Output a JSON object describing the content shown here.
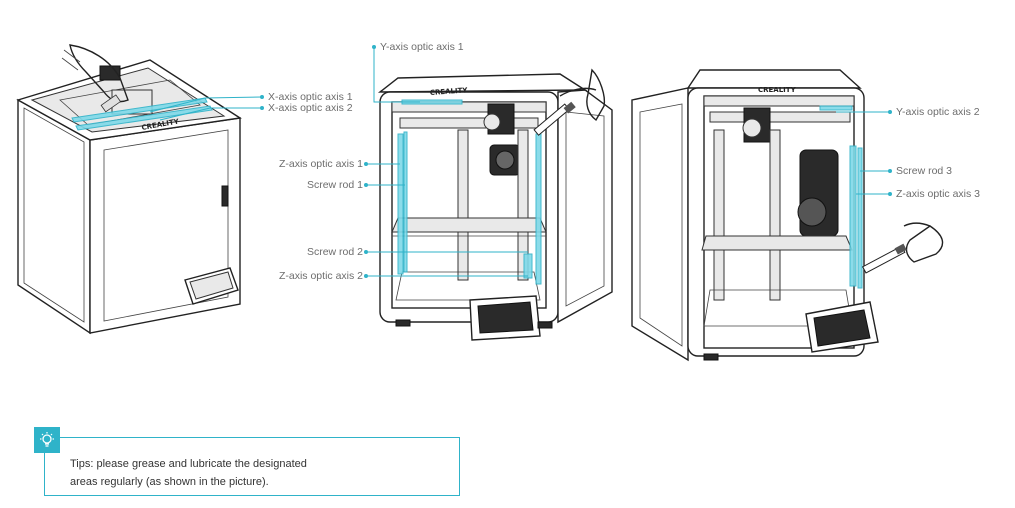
{
  "labels": {
    "x_axis_optic_1": "X-axis optic axis 1",
    "x_axis_optic_2": "X-axis optic axis 2",
    "y_axis_optic_1": "Y-axis optic axis 1",
    "y_axis_optic_2": "Y-axis optic axis 2",
    "z_axis_optic_1": "Z-axis optic axis 1",
    "z_axis_optic_2": "Z-axis optic axis 2",
    "z_axis_optic_3": "Z-axis optic axis 3",
    "screw_rod_1": "Screw rod 1",
    "screw_rod_2": "Screw rod 2",
    "screw_rod_3": "Screw rod 3",
    "brand_logo": "CREALITY"
  },
  "tips": {
    "line1": "Tips: please grease and lubricate the designated",
    "line2": "areas regularly (as shown in the picture)."
  },
  "colors": {
    "accent": "#2fb3c9",
    "lubricant": "#6fd3e3",
    "label": "#6d6d6d"
  }
}
